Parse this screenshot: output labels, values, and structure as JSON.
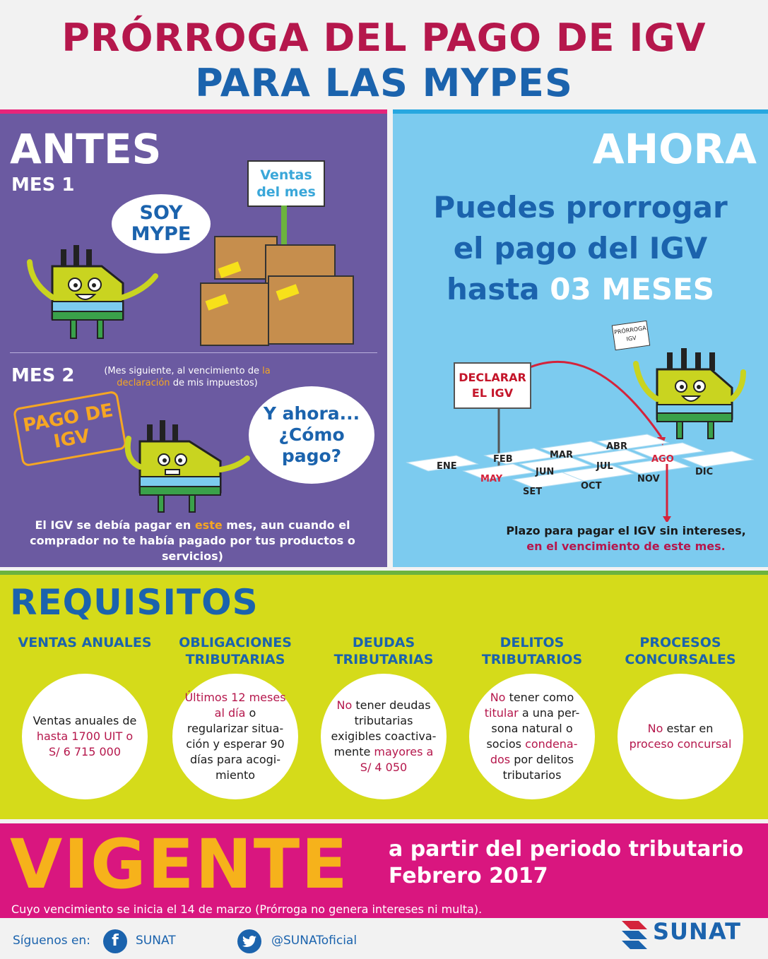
{
  "header": {
    "title_line1": "PRÓRROGA DEL PAGO DE IGV",
    "title_line2": "PARA LAS MYPES"
  },
  "antes": {
    "title": "ANTES",
    "mes1_label": "MES 1",
    "sign_ventas": "Ventas del mes",
    "bubble1": "SOY MYPE",
    "mes2_label": "MES 2",
    "mes2_note_pre": "(Mes siguiente, al vencimiento de",
    "mes2_note_hl": "la declaración",
    "mes2_note_post": "de mis impuestos)",
    "stamp": "PAGO DE IGV",
    "bubble2": "Y ahora... ¿Cómo pago?",
    "caption_pre": "El IGV se debía pagar en",
    "caption_hl": "este",
    "caption_post": "mes, aun cuando el comprador no te había pagado por tus productos o servicios)"
  },
  "ahora": {
    "title": "AHORA",
    "text_line1": "Puedes prorrogar",
    "text_line2": "el pago del IGV",
    "text_line3_pre": "hasta",
    "text_line3_hl": "03 MESES",
    "sign_declarar": "DECLARAR EL IGV",
    "sign_prorroga": "PRÓRROGA IGV",
    "months": [
      "ENE",
      "FEB",
      "MAR",
      "ABR",
      "MAY",
      "JUN",
      "JUL",
      "AGO",
      "SET",
      "OCT",
      "NOV",
      "DIC"
    ],
    "caption_line1": "Plazo para pagar el IGV sin intereses,",
    "caption_line2": "en el vencimiento de este mes."
  },
  "requisitos": {
    "title": "REQUISITOS",
    "items": [
      {
        "head": "VENTAS ANUALES"
      },
      {
        "head": "OBLIGACIONES TRIBUTARIAS"
      },
      {
        "head": "DEUDAS TRIBUTARIAS"
      },
      {
        "head": "DELITOS TRIBUTARIOS"
      },
      {
        "head": "PROCESOS CONCURSALES"
      }
    ],
    "c1_a": "Ventas anuales de",
    "c1_b": "hasta 1700 UIT o",
    "c1_c": "S/ 6 715 000",
    "c2_a": "Últimos 12 meses al día",
    "c2_b": "o regularizar situa-ción y esperar 90 días para acogi-miento",
    "c3_a": "No",
    "c3_b": "tener deudas tributarias exigibles coactiva-mente",
    "c3_c": "mayores a S/ 4 050",
    "c4_a": "No",
    "c4_b": "tener como",
    "c4_c": "titular",
    "c4_d": "a una per-sona natural o socios",
    "c4_e": "condena-dos",
    "c4_f": "por delitos tributarios",
    "c5_a": "No",
    "c5_b": "estar en",
    "c5_c": "proceso concursal"
  },
  "vigente": {
    "word": "VIGENTE",
    "text_line1": "a partir del periodo tributario",
    "text_line2": "Febrero 2017",
    "note": "Cuyo vencimiento se inicia el 14 de marzo (Prórroga no genera intereses ni multa)."
  },
  "footer": {
    "follow": "Síguenos en:",
    "facebook_icon": "f",
    "facebook": "SUNAT",
    "twitter": "@SUNAToficial",
    "brand": "SUNAT"
  },
  "colors": {
    "title_red": "#b5174c",
    "title_blue": "#1b63ad",
    "antes_bg": "#6b5aa1",
    "ahora_bg": "#7ccbef",
    "requisitos_bg": "#d5db1a",
    "vigente_bg": "#d9167f",
    "vigente_word": "#f6b21b"
  }
}
